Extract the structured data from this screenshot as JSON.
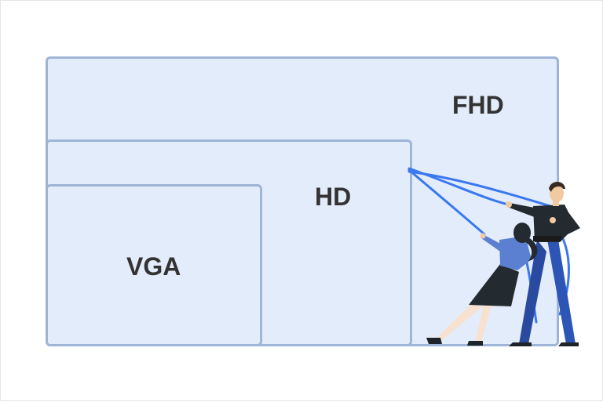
{
  "labels": {
    "fhd": "FHD",
    "hd": "HD",
    "vga": "VGA"
  },
  "colors": {
    "box_fill": "#e3ecfa",
    "box_border": "#9fb5d7",
    "label_text": "#333333",
    "rope": "#3a78f0"
  },
  "illustration": {
    "description_icon": "two-people-pulling-rope-icon"
  }
}
